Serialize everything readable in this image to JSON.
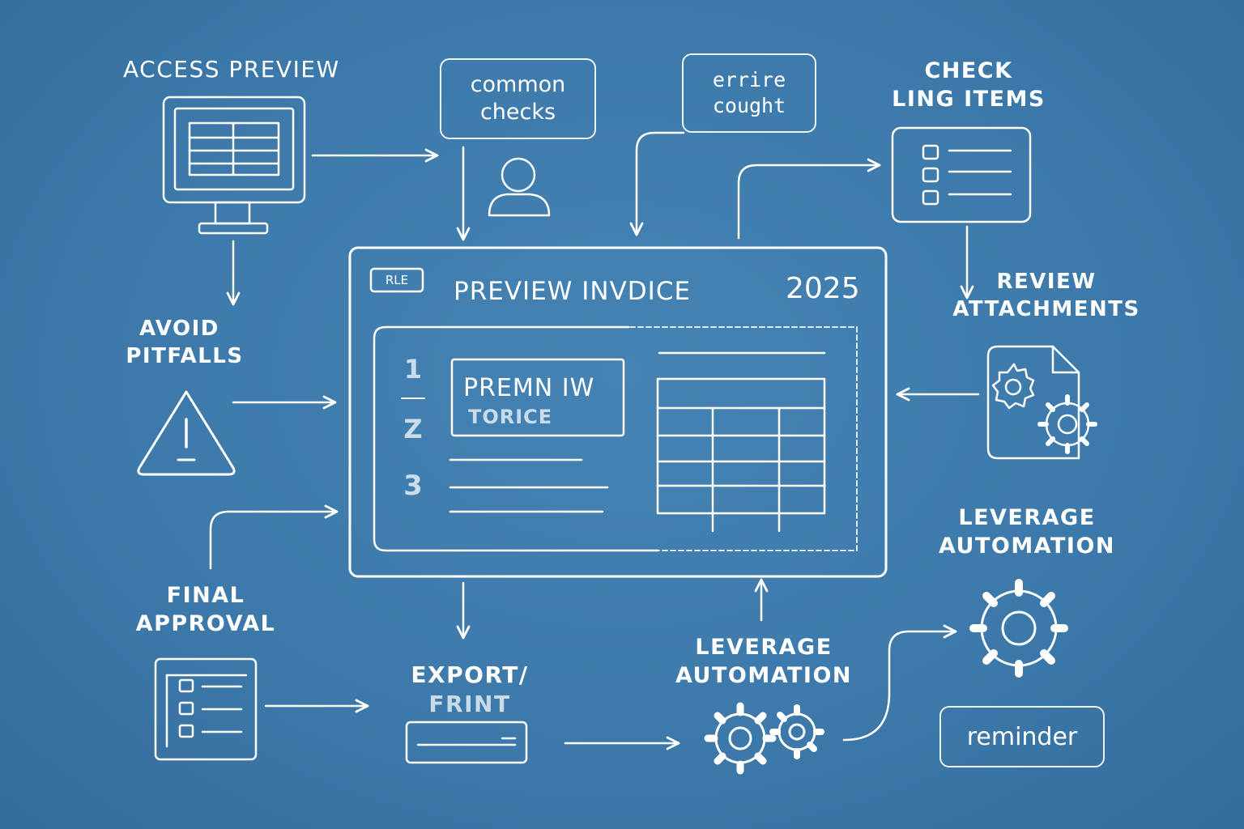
{
  "colors": {
    "background": "#3d7aab",
    "stroke": "#ffffff"
  },
  "labels": {
    "access_preview": "ACCESS PREVIEW",
    "common_checks": [
      "common",
      "checks"
    ],
    "errors_caught": [
      "errire",
      "cought"
    ],
    "check_line_items": [
      "CHECK",
      "LING ITEMS"
    ],
    "avoid_pitfalls": [
      "AVOID",
      "PITFALLS"
    ],
    "review_attachments": [
      "REVIEW",
      "ATTACHMENTS"
    ],
    "leverage_automation_right": [
      "LEVERAGE",
      "AUTOMATION"
    ],
    "final_approval": [
      "FINAL",
      "APPROVAL"
    ],
    "export_print": [
      "EXPORT/",
      "FRINT"
    ],
    "leverage_automation_bottom": [
      "LEVERAGE",
      "AUTOMATION"
    ],
    "reminder": "reminder"
  },
  "invoice_window": {
    "badge": "RLE",
    "title": "PREVIEW INVDICE",
    "year": "2025",
    "preview_box": [
      "PREMN IW",
      "TORICE"
    ],
    "row_numbers": [
      "1",
      "Z",
      "3"
    ]
  },
  "icons": {
    "access_preview": "monitor-icon",
    "common_checks": "user-icon",
    "check_line_items": "checklist-icon",
    "avoid_pitfalls": "warning-icon",
    "review_attachments": "document-gear-icon",
    "leverage_automation_right": "gear-icon",
    "final_approval": "checklist-icon",
    "export_print": "printer-icon",
    "leverage_automation_bottom": "gears-icon"
  }
}
